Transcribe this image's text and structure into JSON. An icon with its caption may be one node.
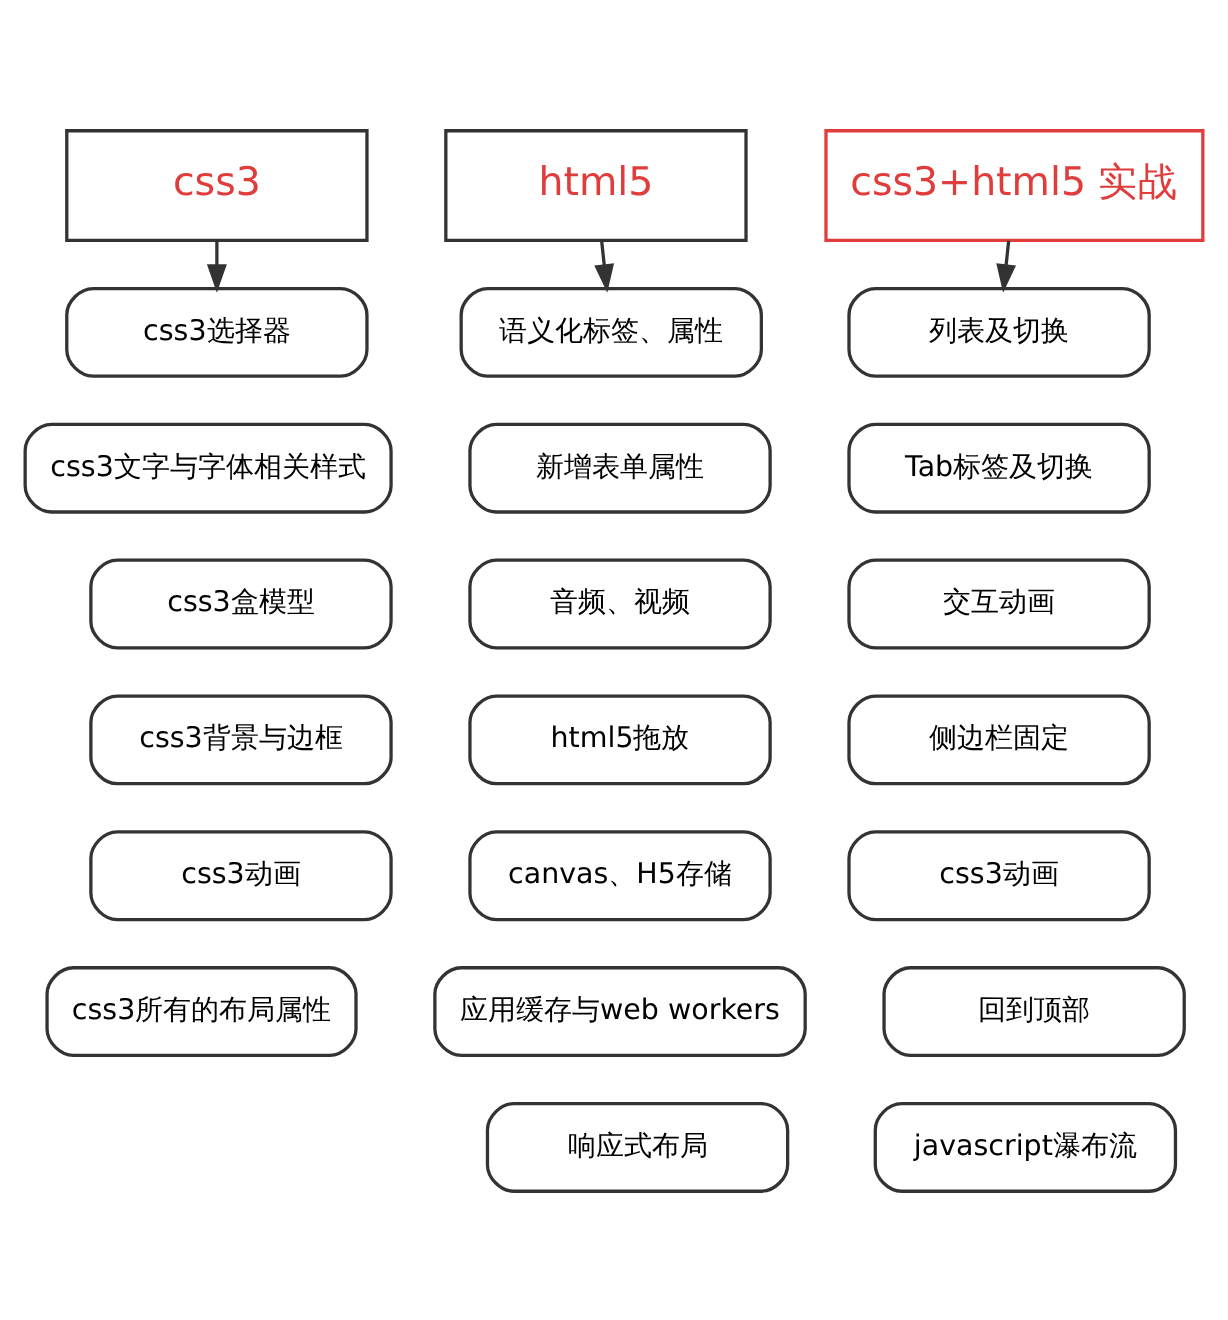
{
  "diagram": {
    "nodes": [
      {
        "text": [
          "css3"
        ]
      },
      {
        "text": [
          "css3选择器"
        ]
      },
      {
        "text": [
          "css3文字与字体相关样式"
        ]
      },
      {
        "text": [
          "css3盒模型"
        ]
      },
      {
        "text": [
          "css3背景与边框"
        ]
      },
      {
        "text": [
          "css3动画"
        ]
      },
      {
        "text": [
          "css3所有的布局属性"
        ]
      },
      {
        "text": [
          "html5"
        ]
      },
      {
        "text": [
          "语义化标签、属性"
        ]
      },
      {
        "text": [
          "新增表单属性"
        ]
      },
      {
        "text": [
          "音频、视频"
        ]
      },
      {
        "text": [
          "html5拖放"
        ]
      },
      {
        "text": [
          "canvas、H5存储"
        ]
      },
      {
        "text": [
          "应用缓存与web workers"
        ]
      },
      {
        "text": [
          "响应式布局"
        ]
      },
      {
        "text": [
          "css3+html5 实战"
        ]
      },
      {
        "text": [
          "列表及切换"
        ]
      },
      {
        "text": [
          "Tab标签及切换"
        ]
      },
      {
        "text": [
          "交互动画"
        ]
      },
      {
        "text": [
          "侧边栏固定"
        ]
      },
      {
        "text": [
          "css3动画"
        ]
      },
      {
        "text": [
          "回到顶部"
        ]
      },
      {
        "text": [
          "javascript瀑布流"
        ]
      }
    ],
    "edges": [
      {
        "from": 0,
        "to": 1,
        "arrow": "to"
      },
      {
        "from": 7,
        "to": 8,
        "arrow": "to"
      },
      {
        "from": 15,
        "to": 16,
        "arrow": "to"
      }
    ]
  }
}
